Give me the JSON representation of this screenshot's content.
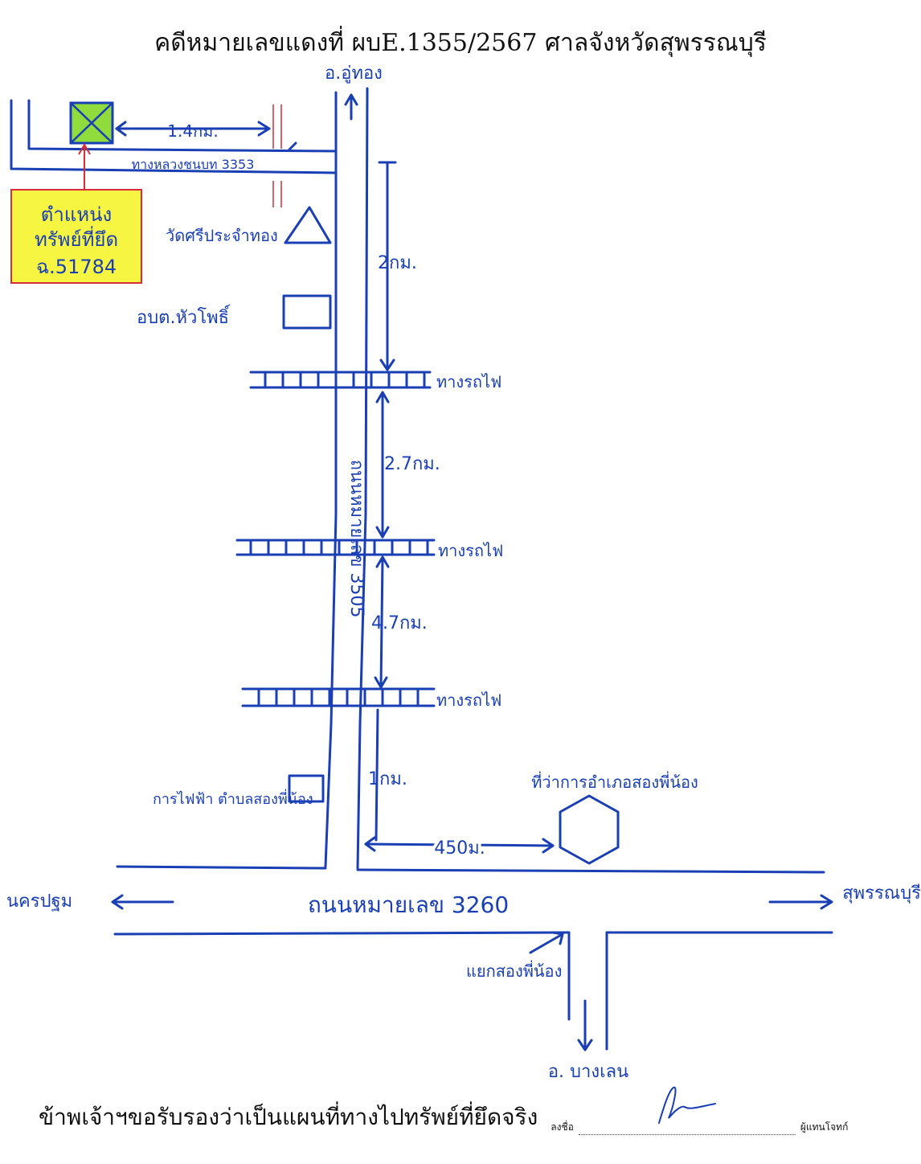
{
  "header": {
    "case_text": "คดีหมายเลขแดงที่ ผบE.1355/2567 ศาลจังหวัดสุพรรณบุรี"
  },
  "map": {
    "directions": {
      "north": "อ.อู่ทอง",
      "south": "อ. บางเลน",
      "west": "นครปฐม",
      "east": "สุพรรณบุรี"
    },
    "roads": {
      "top_road": "ทางหลวงชนบท 3353",
      "main_vertical": "ถนนหมายเลข 3505",
      "bottom_road": "ถนนหมายเลข 3260"
    },
    "distances": {
      "to_property": "1.4กม.",
      "segment_1": "2กม.",
      "segment_2": "2.7กม.",
      "segment_3": "4.7กม.",
      "segment_4": "1กม.",
      "to_district_office": "450ม."
    },
    "landmarks": {
      "temple": "วัดศรีประจำทอง",
      "sao": "อบต.หัวโพธิ์",
      "railway": "ทางรถไฟ",
      "electricity_office": "การไฟฟ้า ตำบลสองพี่น้อง",
      "district_office": "ที่ว่าการอำเภอสองพี่น้อง",
      "junction": "แยกสองพี่น้อง"
    },
    "property": {
      "line_1": "ตำแหน่ง",
      "line_2": "ทรัพย์ที่ยึด",
      "line_3": "ฉ.51784",
      "highlight_color": "#f5f542",
      "marker_color": "#8fdc3c"
    },
    "ink_color": "#1a3fb5"
  },
  "footer": {
    "certification": "ข้าพเจ้าฯขอรับรองว่าเป็นแผนที่ทางไปทรัพย์ที่ยึดจริง",
    "sign_label": "ลงชื่อ",
    "role": "ผู้แทนโจทก์"
  }
}
